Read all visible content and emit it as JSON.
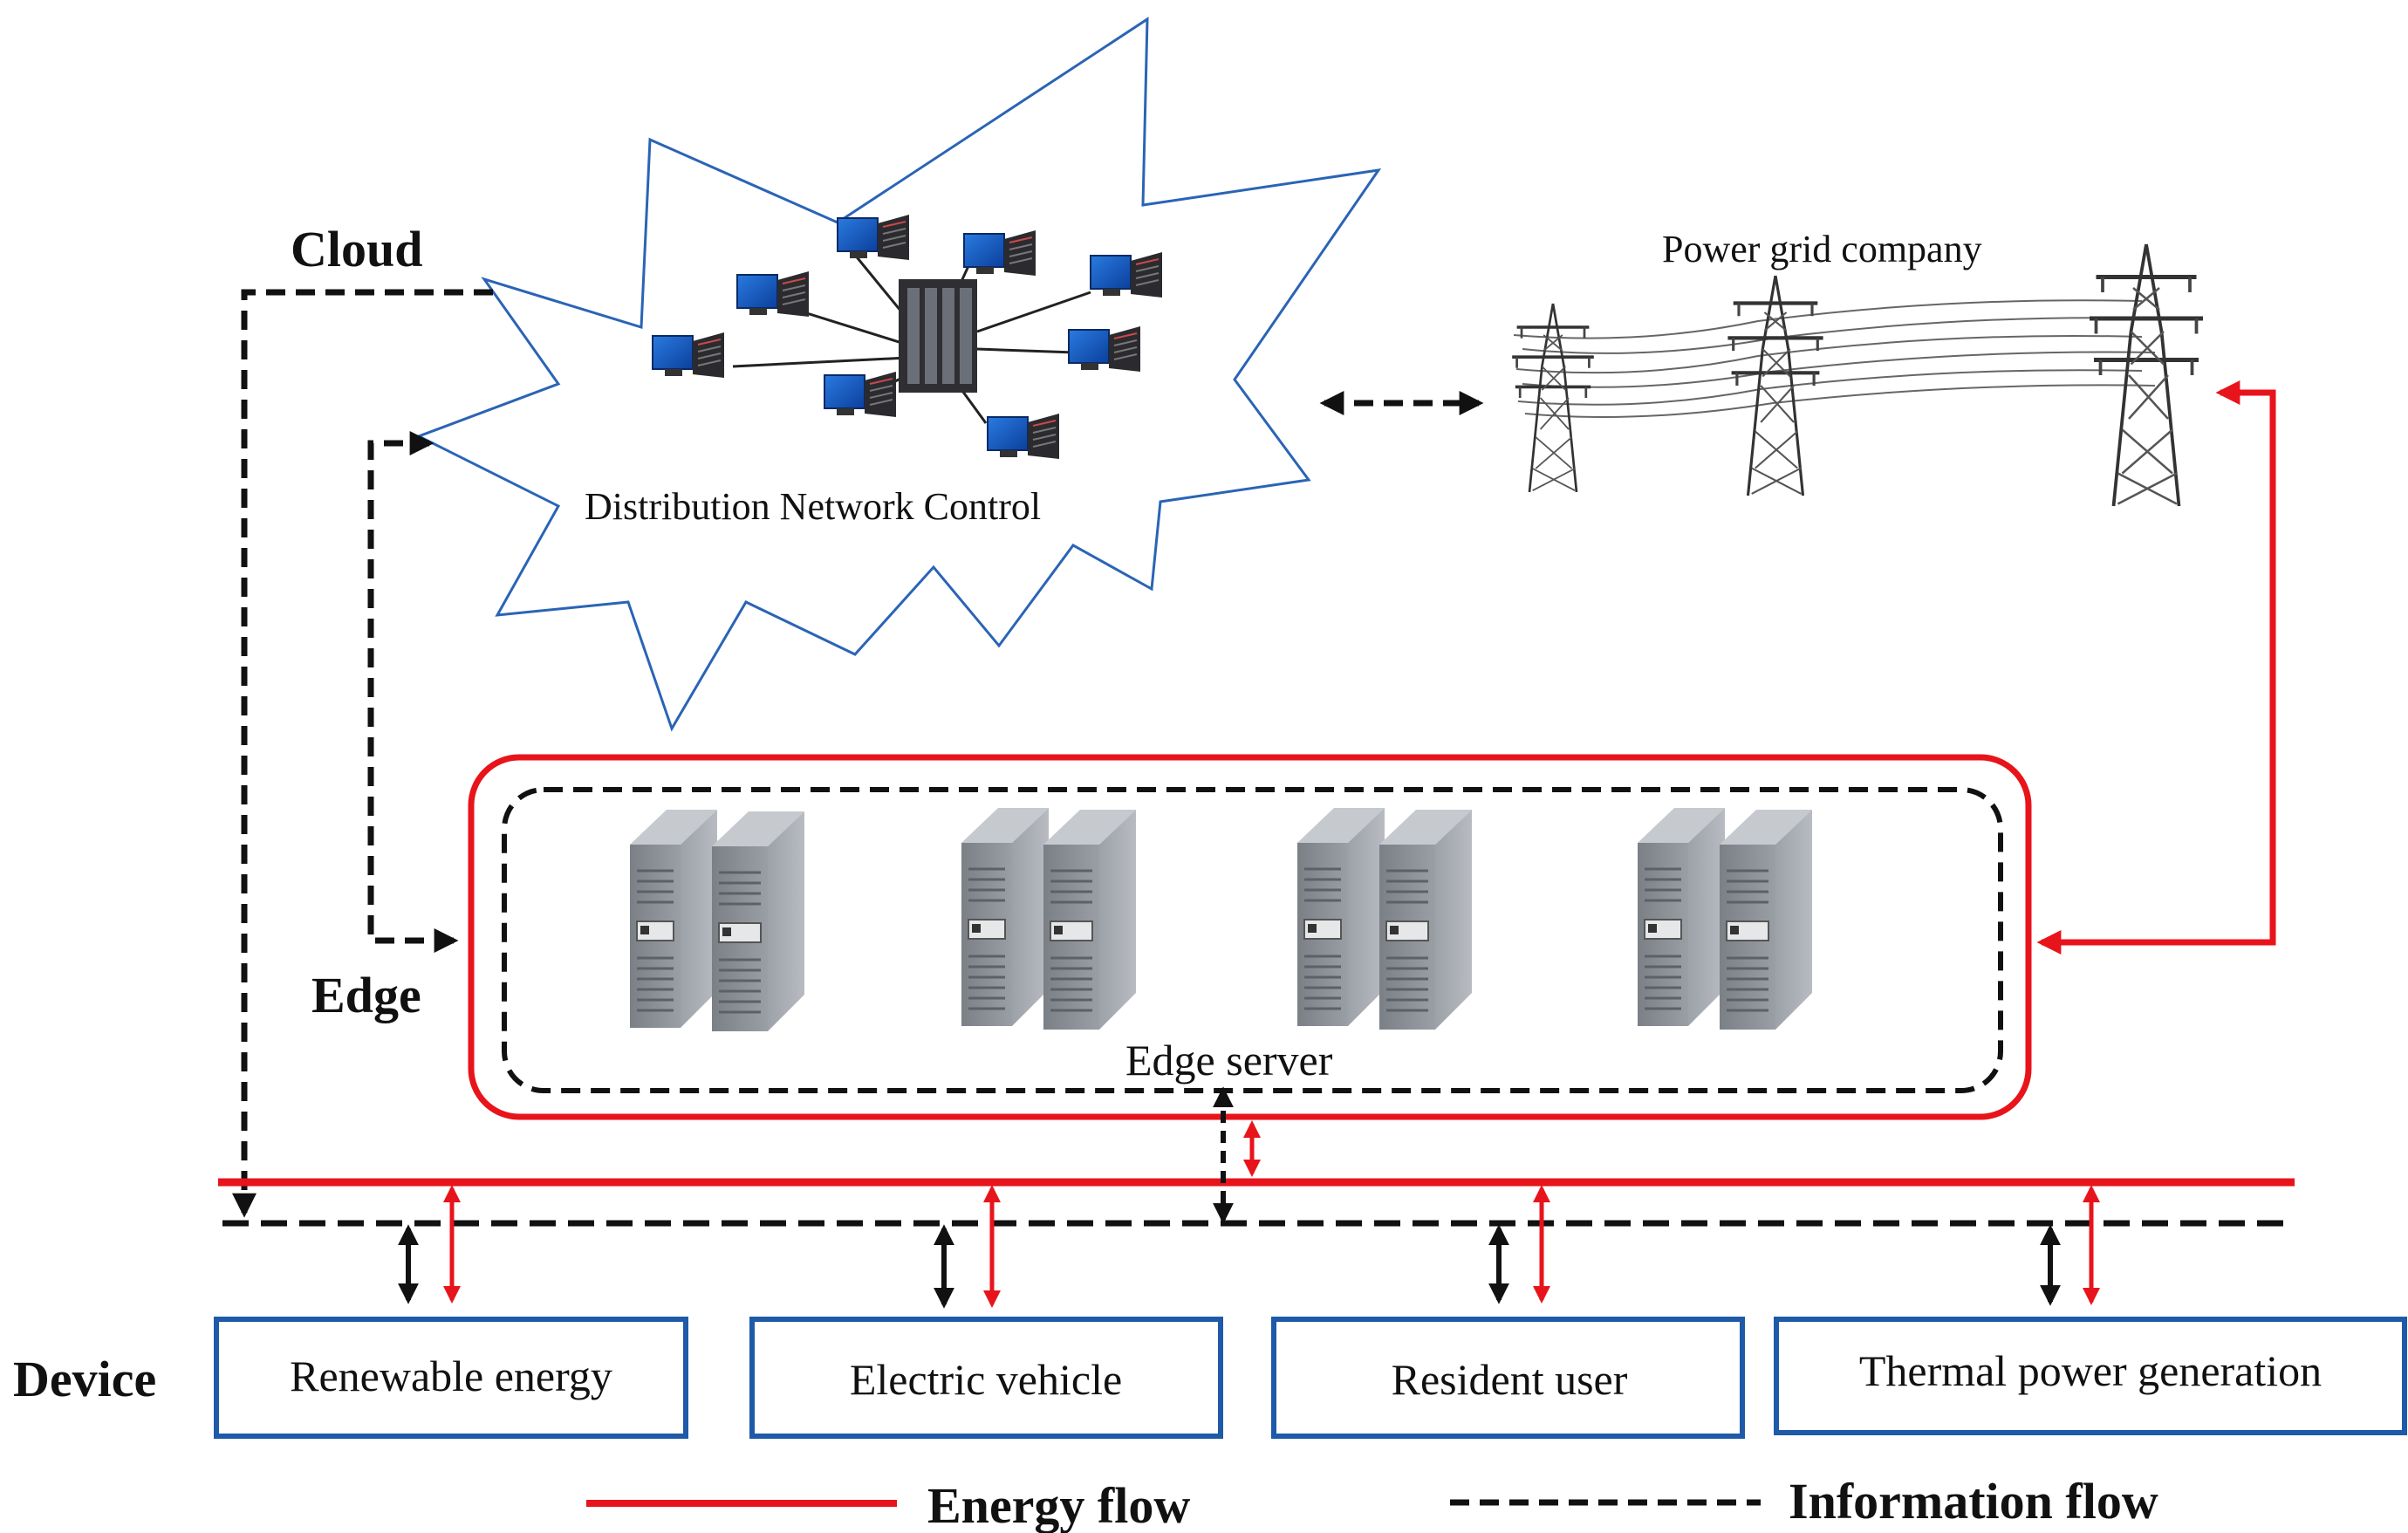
{
  "layers": {
    "cloud": "Cloud",
    "edge": "Edge",
    "device": "Device"
  },
  "cloud_node": {
    "label": "Distribution Network Control"
  },
  "grid_node": {
    "label": "Power grid company"
  },
  "edge_node": {
    "label": "Edge server"
  },
  "devices": [
    {
      "label": "Renewable energy"
    },
    {
      "label": "Electric vehicle"
    },
    {
      "label": "Resident user"
    },
    {
      "label": "Thermal power generation"
    }
  ],
  "legend": {
    "energy": "Energy flow",
    "information": "Information flow"
  },
  "colors": {
    "energy": "#e8141b",
    "information": "#111111",
    "device_border": "#1e5aa8",
    "cloud_border": "#1e5aa8",
    "server_body": "#8e9299"
  },
  "icons": {
    "cloud": "cloud-burst-icon",
    "computers": "computer-network-icon",
    "tower": "transmission-tower-icon",
    "server": "server-rack-icon"
  }
}
